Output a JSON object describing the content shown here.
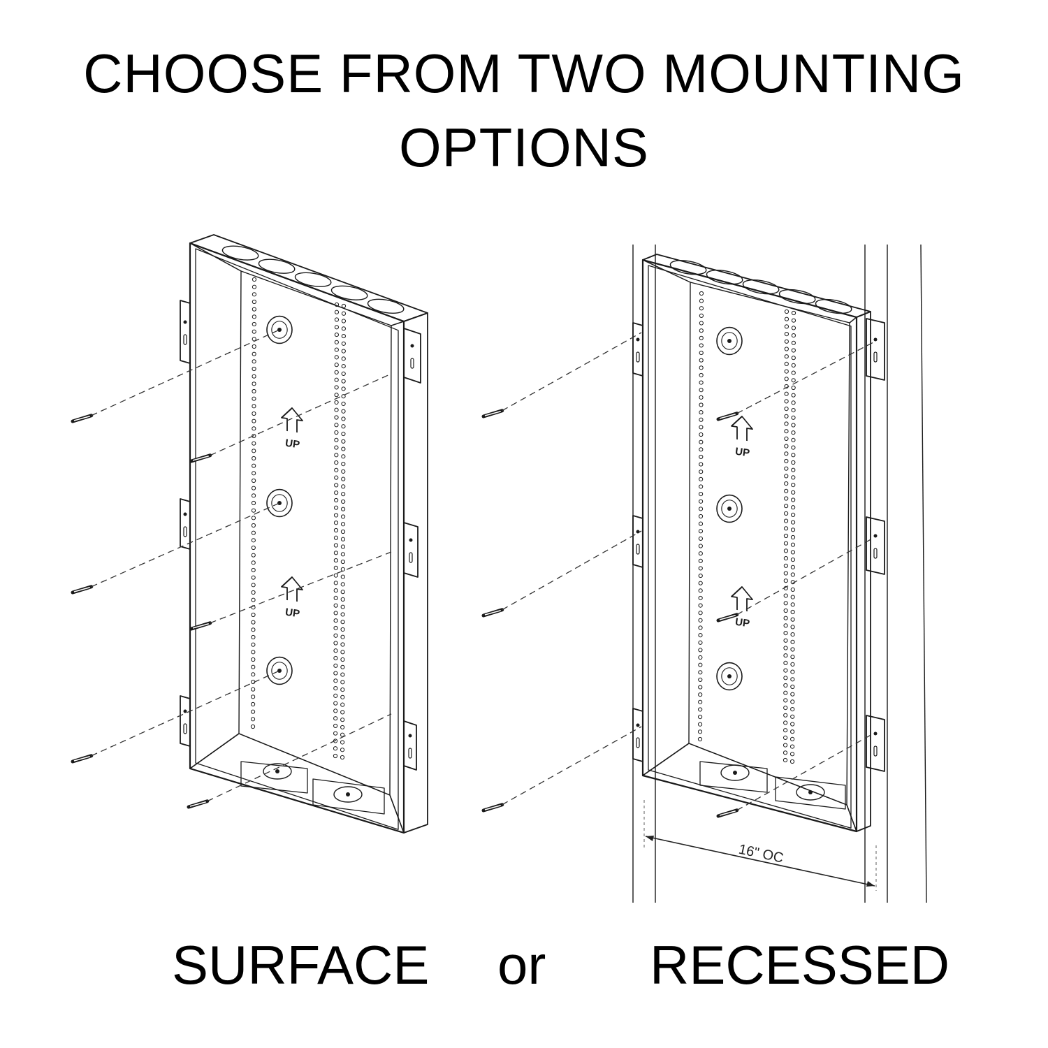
{
  "title": {
    "line1": "CHOOSE FROM TWO MOUNTING",
    "line2": "OPTIONS"
  },
  "captions": {
    "surface": "SURFACE",
    "or": "or",
    "recessed": "RECESSED"
  },
  "labels": {
    "up": "UP",
    "stud_spacing": "16\" OC"
  },
  "colors": {
    "line": "#1a1a1a",
    "dash": "#333333",
    "background": "#ffffff"
  }
}
